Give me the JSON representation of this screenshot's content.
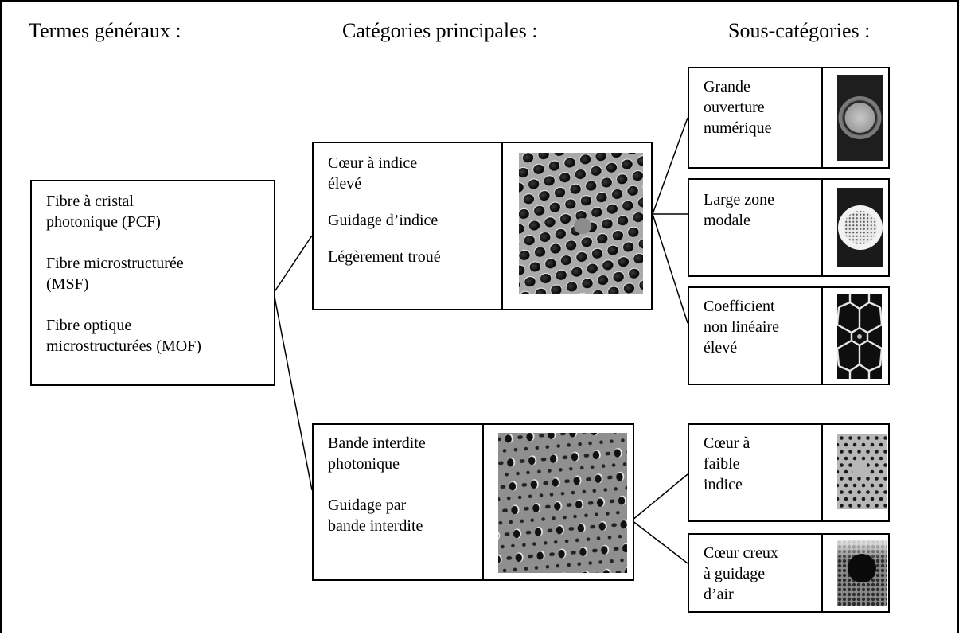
{
  "headers": {
    "general": "Termes généraux :",
    "main": "Catégories principales :",
    "sub": "Sous-catégories :"
  },
  "general_terms": {
    "line1": "Fibre à cristal",
    "line2": "photonique (PCF)",
    "line3": "Fibre microstructurée",
    "line4": "(MSF)",
    "line5": "Fibre optique",
    "line6": "microstructurées (MOF)"
  },
  "main_categories": {
    "index_guiding": {
      "line1": "Cœur à indice",
      "line2": "élevé",
      "line3": "Guidage d’indice",
      "line4": "Légèrement troué",
      "icon": "hexagonal-hole-lattice-solid-core-icon"
    },
    "bandgap": {
      "line1": "Bande interdite",
      "line2": "photonique",
      "line3": "Guidage par",
      "line4": "bande interdite",
      "icon": "bandgap-lattice-icon"
    }
  },
  "sub_categories": {
    "high_na": {
      "lines": [
        "Grande",
        "ouverture",
        "numérique"
      ],
      "icon": "air-clad-ring-fiber-icon"
    },
    "large_mode": {
      "lines": [
        "Large zone",
        "modale"
      ],
      "icon": "large-mode-area-fiber-icon"
    },
    "nonlinear": {
      "lines": [
        "Coefficient",
        "non linéaire",
        "élevé"
      ],
      "icon": "honeycomb-web-fiber-icon"
    },
    "low_index": {
      "lines": [
        "Cœur à",
        "faible",
        "indice"
      ],
      "icon": "sparse-hole-lattice-icon"
    },
    "hollow_core": {
      "lines": [
        "Cœur creux",
        "à guidage",
        "d’air"
      ],
      "icon": "hollow-core-fiber-icon"
    }
  }
}
